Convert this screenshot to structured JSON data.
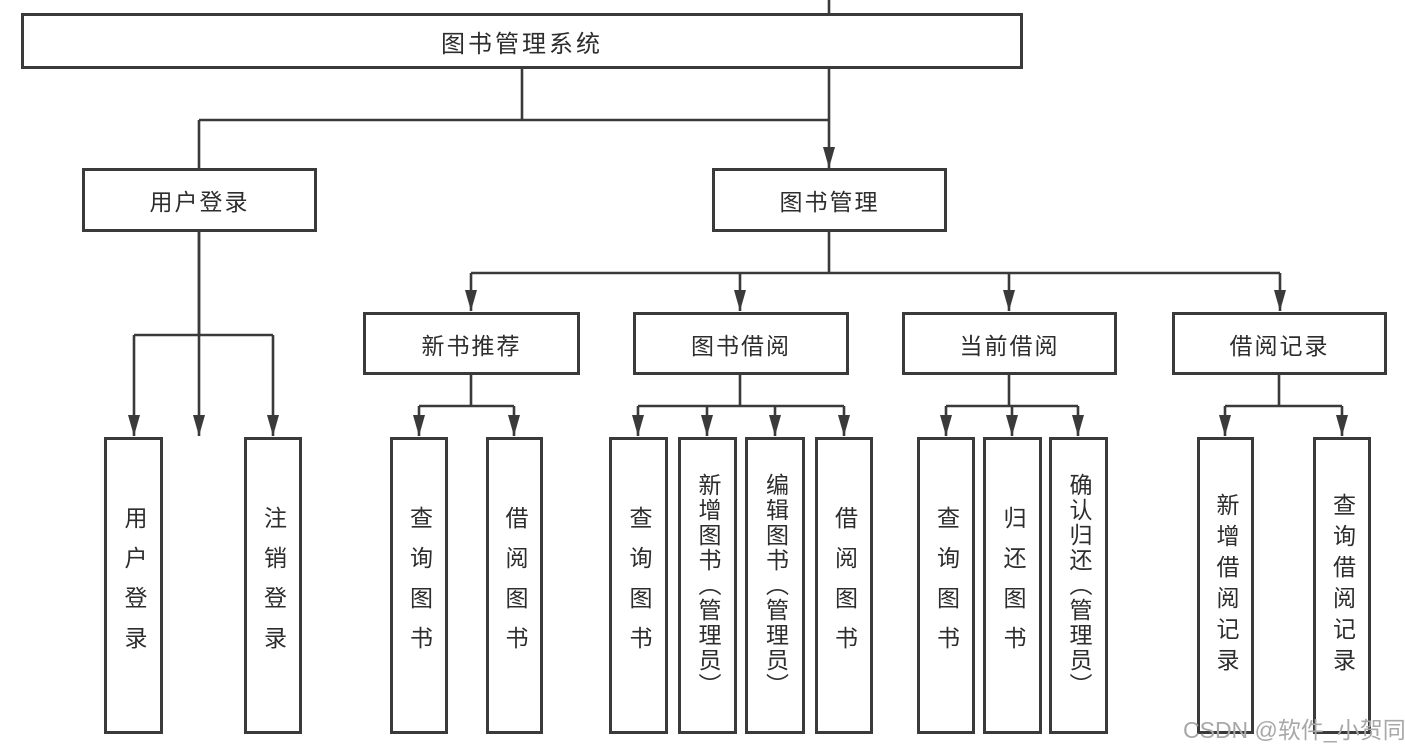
{
  "root": {
    "label": "图书管理系统"
  },
  "level2": {
    "user_login": {
      "label": "用户登录"
    },
    "book_mgmt": {
      "label": "图书管理"
    }
  },
  "user_login_children": {
    "login": "用户登录",
    "logout": "注销登录"
  },
  "modules": {
    "new_book": {
      "label": "新书推荐",
      "children": {
        "query": "查询图书",
        "borrow": "借阅图书"
      }
    },
    "book_borrow": {
      "label": "图书借阅",
      "children": {
        "query": "查询图书",
        "add": "新增图书（管理员）",
        "edit": "编辑图书（管理员）",
        "borrow": "借阅图书"
      }
    },
    "current_borrow": {
      "label": "当前借阅",
      "children": {
        "query": "查询图书",
        "return_book": "归还图书",
        "confirm_return": "确认归还（管理员）"
      }
    },
    "borrow_records": {
      "label": "借阅记录",
      "children": {
        "add_record": "新增借阅记录",
        "query_record": "查询借阅记录"
      }
    }
  },
  "watermark": {
    "text": "CSDN @软件_小贺同学"
  },
  "colors": {
    "line": "#3a3a3a",
    "text": "#2d2d2d",
    "watermark": "#a8a8a8",
    "background": "#ffffff"
  }
}
